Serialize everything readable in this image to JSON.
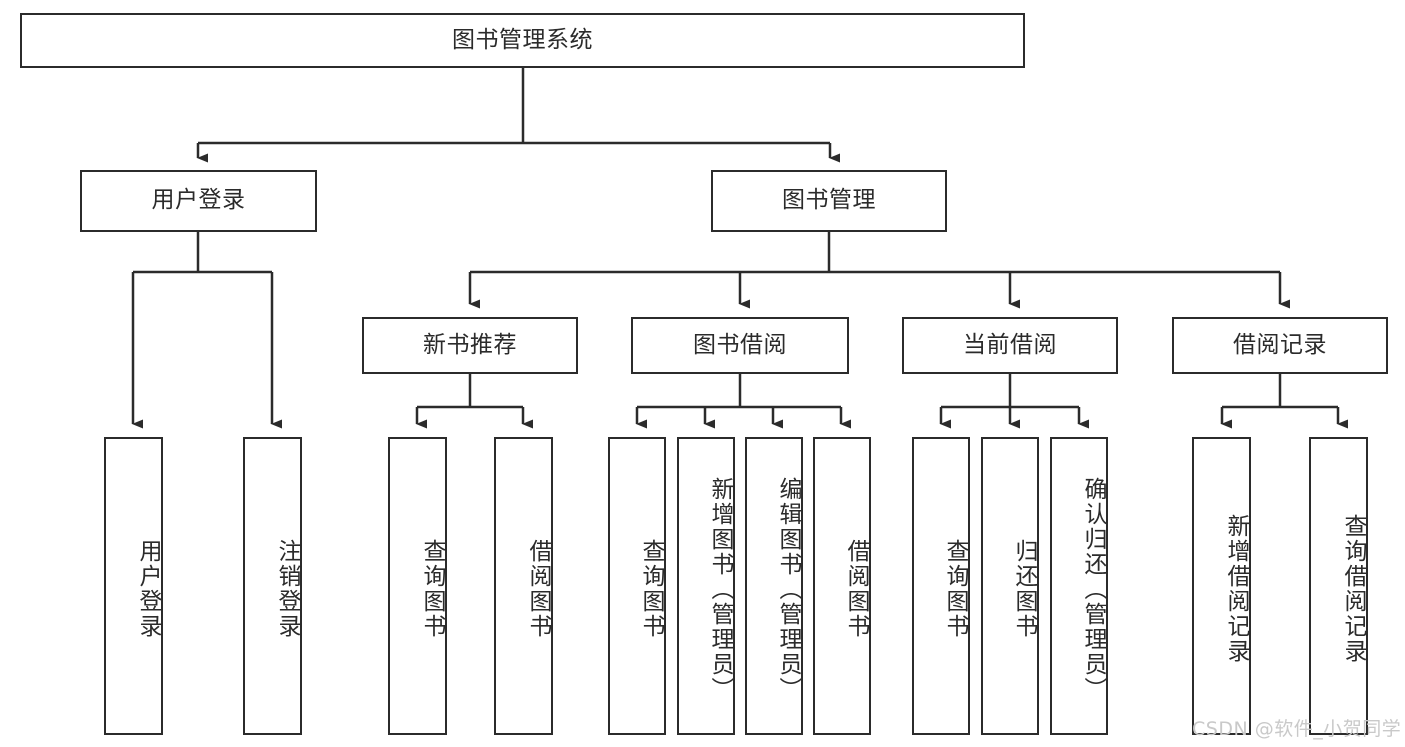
{
  "diagram": {
    "title": "图书管理系统",
    "type": "tree-hierarchy-chart",
    "watermark": "CSDN @软件_小贺同学",
    "colors": {
      "stroke": "#2b2b2b",
      "fill": "#ffffff",
      "text": "#2b2b2b",
      "watermark": "#c9c9c9"
    },
    "levels": {
      "root": {
        "label": "图书管理系统"
      },
      "level2": [
        {
          "label": "用户登录"
        },
        {
          "label": "图书管理"
        }
      ],
      "level3": [
        {
          "label": "新书推荐"
        },
        {
          "label": "图书借阅"
        },
        {
          "label": "当前借阅"
        },
        {
          "label": "借阅记录"
        }
      ],
      "leaves": [
        {
          "label": "用户登录",
          "parent": "用户登录"
        },
        {
          "label": "注销登录",
          "parent": "用户登录"
        },
        {
          "label": "查询图书",
          "parent": "新书推荐"
        },
        {
          "label": "借阅图书",
          "parent": "新书推荐"
        },
        {
          "label": "查询图书",
          "parent": "图书借阅"
        },
        {
          "label": "新增图书（管理员）",
          "parent": "图书借阅"
        },
        {
          "label": "编辑图书（管理员）",
          "parent": "图书借阅"
        },
        {
          "label": "借阅图书",
          "parent": "图书借阅"
        },
        {
          "label": "查询图书",
          "parent": "当前借阅"
        },
        {
          "label": "归还图书",
          "parent": "当前借阅"
        },
        {
          "label": "确认归还（管理员）",
          "parent": "当前借阅"
        },
        {
          "label": "新增借阅记录",
          "parent": "借阅记录"
        },
        {
          "label": "查询借阅记录",
          "parent": "借阅记录"
        }
      ]
    }
  }
}
